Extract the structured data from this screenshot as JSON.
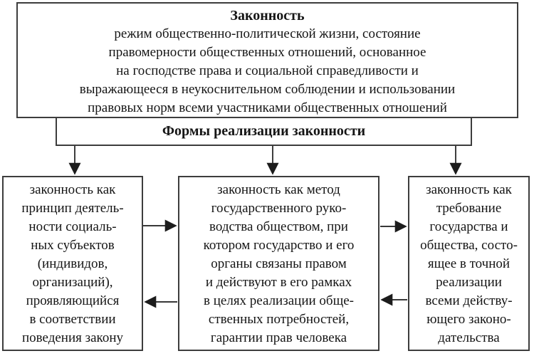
{
  "page": {
    "background_color": "#ffffff",
    "box_fill_color": "#ffffff",
    "border_color": "#3d3d3d",
    "text_color": "#151515",
    "arrow_color": "#1c1c1c"
  },
  "definition_box": {
    "title": "Законность",
    "body_lines": [
      "режим общественно-политической жизни, состояние",
      "правомерности общественных отношений, основанное",
      "на господстве права и социальной справедливости и",
      "выражающееся в неукоснительном соблюдении и использовании",
      "правовых норм всеми участниками общественных отношений"
    ]
  },
  "forms_box": {
    "label": "Формы реализации законности"
  },
  "branches": [
    {
      "id": "principle",
      "lines": [
        "законность как",
        "принцип деятель-",
        "ности социаль-",
        "ных субъектов",
        "(индивидов,",
        "организаций),",
        "проявляющийся",
        "в соответствии",
        "поведения закону"
      ]
    },
    {
      "id": "method",
      "lines": [
        "законность как метод",
        "государственного руко-",
        "водства обществом, при",
        "котором государство и его",
        "органы связаны правом",
        "и действуют в его рамках",
        "в целях реализации обще-",
        "ственных потребностей,",
        "гарантии прав человека"
      ]
    },
    {
      "id": "requirement",
      "lines": [
        "законность как",
        "требование",
        "государства и",
        "общества, состо-",
        "ящее в точной",
        "реализации",
        "всеми действу-",
        "ющего законо-",
        "дательства"
      ]
    }
  ]
}
